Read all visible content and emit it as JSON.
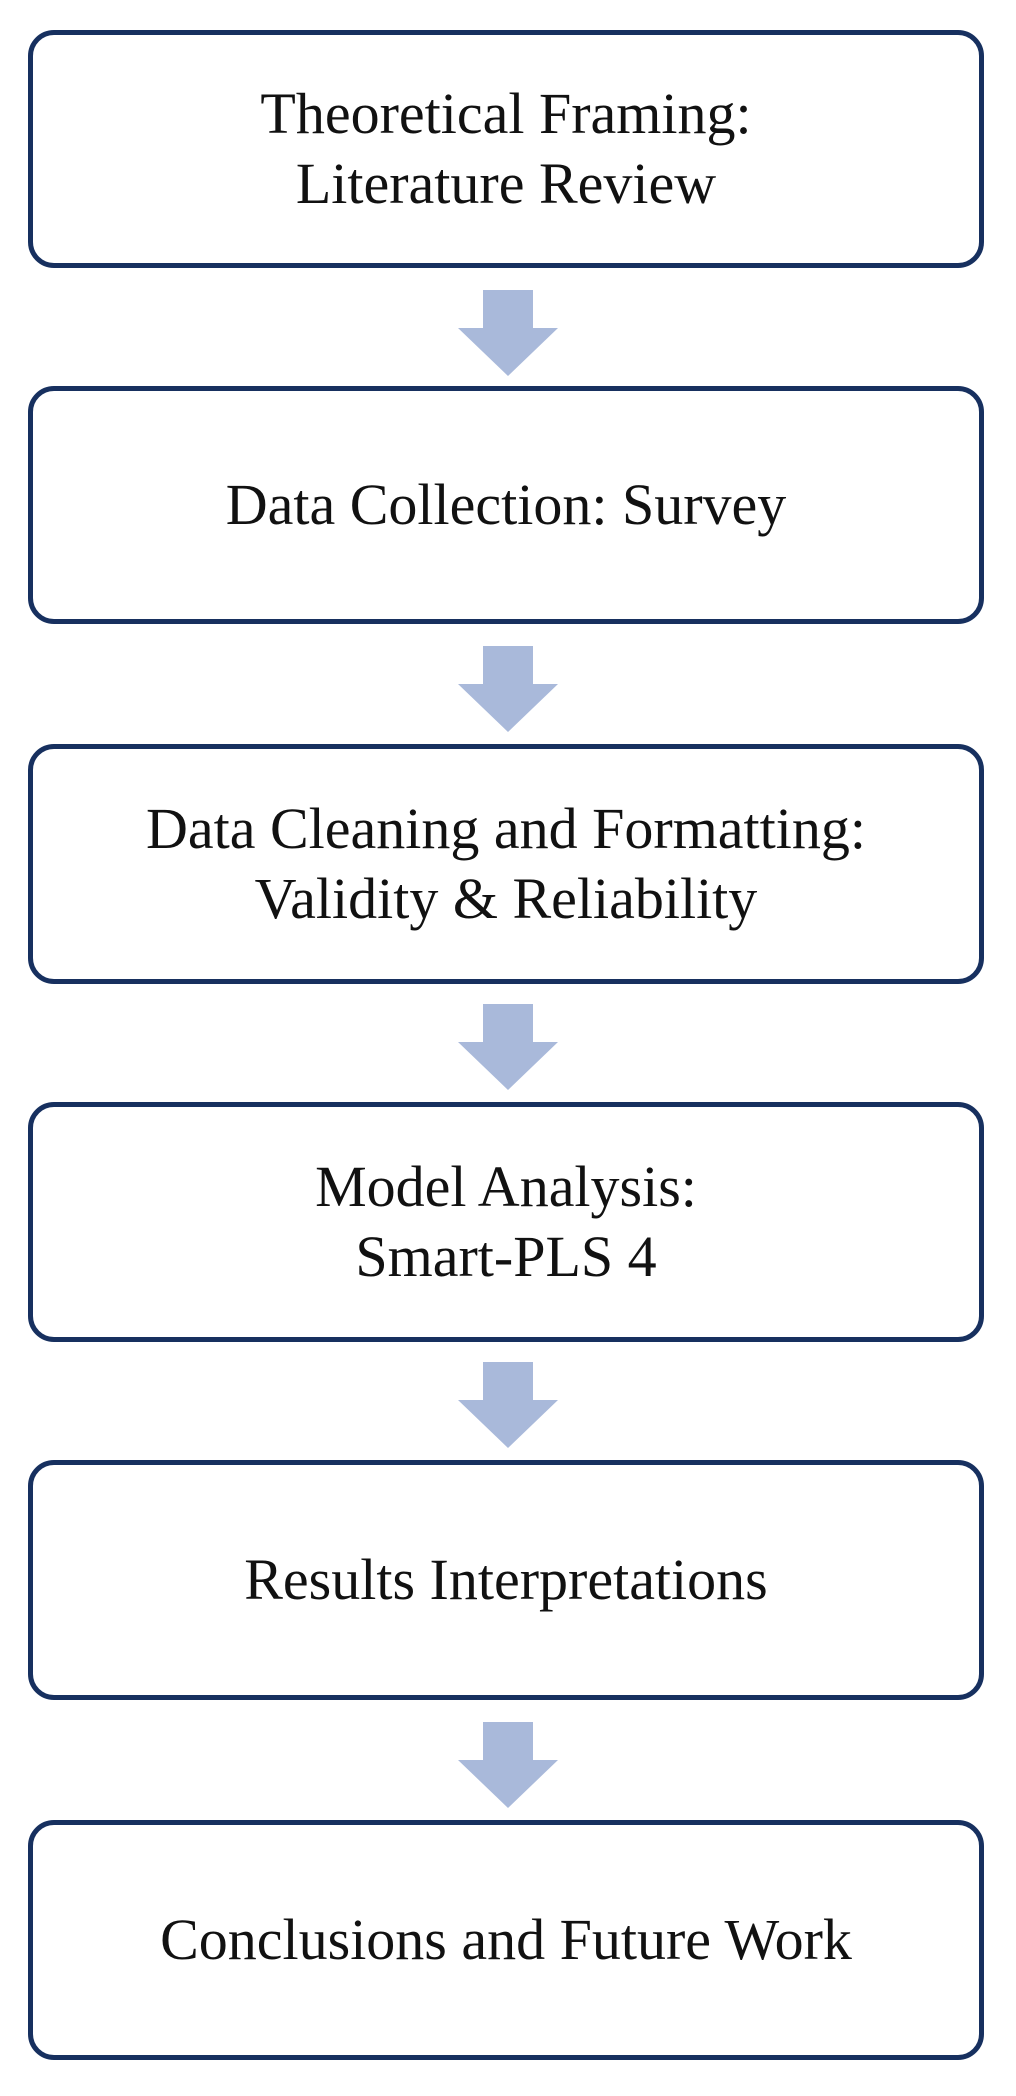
{
  "diagram": {
    "steps": [
      {
        "lines": [
          "Theoretical Framing:",
          "Literature Review"
        ]
      },
      {
        "lines": [
          "Data Collection: Survey"
        ]
      },
      {
        "lines": [
          "Data Cleaning and Formatting:",
          "Validity & Reliability"
        ]
      },
      {
        "lines": [
          "Model Analysis:",
          "Smart-PLS 4"
        ]
      },
      {
        "lines": [
          "Results Interpretations"
        ]
      },
      {
        "lines": [
          "Conclusions and Future Work"
        ]
      }
    ],
    "colors": {
      "box_border": "#17305f",
      "arrow_fill": "#a9b9da",
      "text": "#111111"
    }
  }
}
